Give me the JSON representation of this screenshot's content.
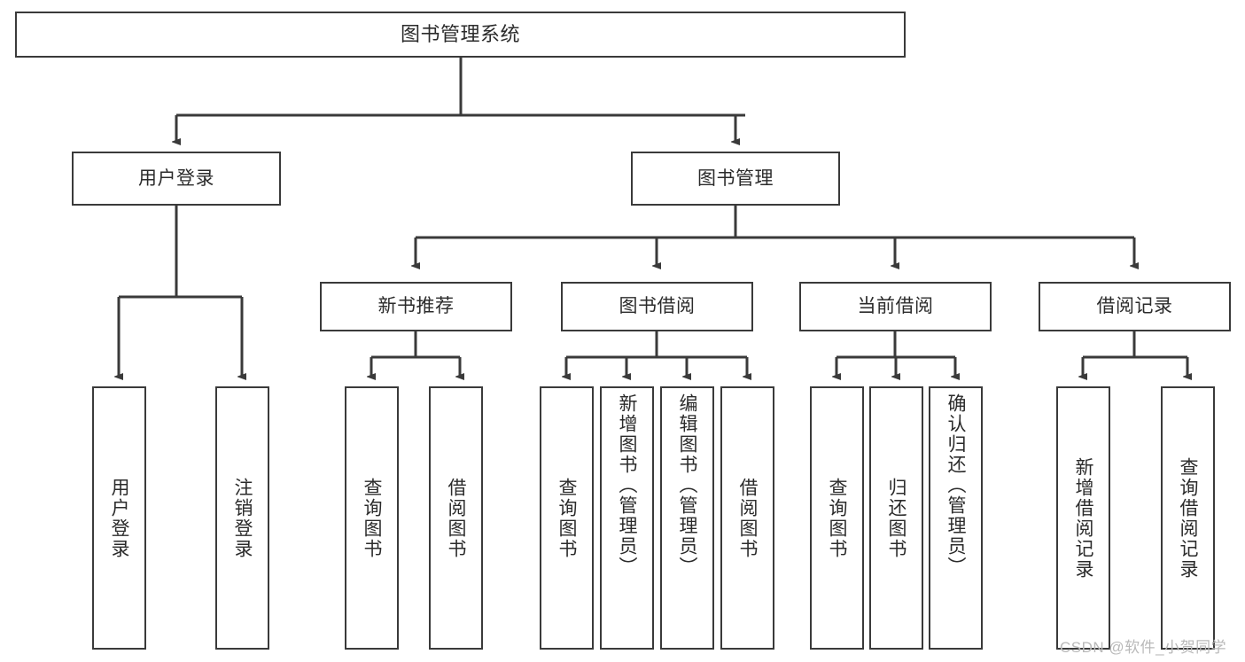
{
  "diagram": {
    "title": "图书管理系统",
    "type": "hierarchy-tree",
    "stroke_color": "#3a3a3a",
    "text_color": "#2b2b2b",
    "background_color": "#ffffff",
    "watermark": "CSDN @软件_小贺同学",
    "nodes": {
      "root": {
        "label": "图书管理系统"
      },
      "level2": [
        {
          "id": "user-login",
          "label": "用户登录"
        },
        {
          "id": "book-management",
          "label": "图书管理"
        }
      ],
      "level3": [
        {
          "id": "new-book-recommend",
          "label": "新书推荐"
        },
        {
          "id": "book-borrow",
          "label": "图书借阅"
        },
        {
          "id": "current-borrow",
          "label": "当前借阅"
        },
        {
          "id": "borrow-record",
          "label": "借阅记录"
        }
      ],
      "leaves": {
        "user_login": [
          {
            "id": "leaf-user-login",
            "label": "用户登录"
          },
          {
            "id": "leaf-logout",
            "label": "注销登录"
          }
        ],
        "new_book_recommend": [
          {
            "id": "leaf-query-book-1",
            "label": "查询图书"
          },
          {
            "id": "leaf-borrow-book-1",
            "label": "借阅图书"
          }
        ],
        "book_borrow": [
          {
            "id": "leaf-query-book-2",
            "label": "查询图书"
          },
          {
            "id": "leaf-add-book",
            "label": "新增图书（管理员）"
          },
          {
            "id": "leaf-edit-book",
            "label": "编辑图书（管理员）"
          },
          {
            "id": "leaf-borrow-book-2",
            "label": "借阅图书"
          }
        ],
        "current_borrow": [
          {
            "id": "leaf-query-book-3",
            "label": "查询图书"
          },
          {
            "id": "leaf-return-book",
            "label": "归还图书"
          },
          {
            "id": "leaf-confirm-return",
            "label": "确认归还（管理员）"
          }
        ],
        "borrow_record": [
          {
            "id": "leaf-add-record",
            "label": "新增借阅记录"
          },
          {
            "id": "leaf-query-record",
            "label": "查询借阅记录"
          }
        ]
      }
    }
  }
}
